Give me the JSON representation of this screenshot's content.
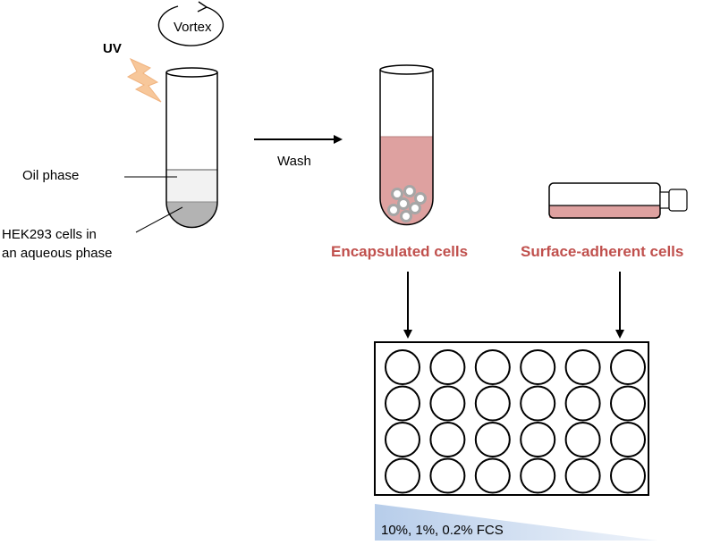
{
  "labels": {
    "uv": "UV",
    "vortex": "Vortex",
    "oil_phase": "Oil phase",
    "aqueous_line1": "HEK293 cells in",
    "aqueous_line2": "an aqueous phase",
    "wash": "Wash",
    "encapsulated": "Encapsulated cells",
    "surface_adherent": "Surface-adherent cells",
    "fcs": "10%, 1%, 0.2% FCS"
  },
  "colors": {
    "accent_text": "#c0504d",
    "medium_pink": "#dea1a0",
    "oil": "#f2f2f2",
    "aqueous_gray": "#b3b3b3",
    "uv_orange": "#f7c79a",
    "gradient_blue": "#b7cdea"
  },
  "plate": {
    "rows": 4,
    "columns": 6
  }
}
